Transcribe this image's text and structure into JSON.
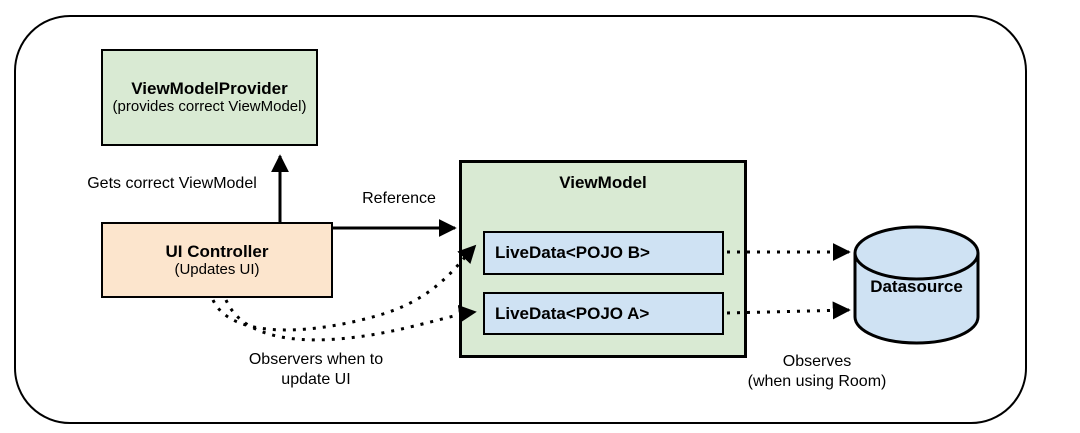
{
  "nodes": {
    "viewmodelprovider": {
      "title": "ViewModelProvider",
      "subtitle": "(provides correct ViewModel)"
    },
    "ui_controller": {
      "title": "UI Controller",
      "subtitle": "(Updates UI)"
    },
    "viewmodel": {
      "title": "ViewModel"
    },
    "livedata_b": {
      "label": "LiveData<POJO B>"
    },
    "livedata_a": {
      "label": "LiveData<POJO A>"
    },
    "datasource": {
      "label": "Datasource"
    }
  },
  "edge_labels": {
    "gets_correct_viewmodel": "Gets correct ViewModel",
    "reference": "Reference",
    "observers": "Observers when to\nupdate UI",
    "observes": "Observes\n(when using Room)"
  },
  "colors": {
    "green": "#d9ead3",
    "blue": "#cfe2f3",
    "peach": "#fce5cd",
    "stroke": "#000000"
  }
}
